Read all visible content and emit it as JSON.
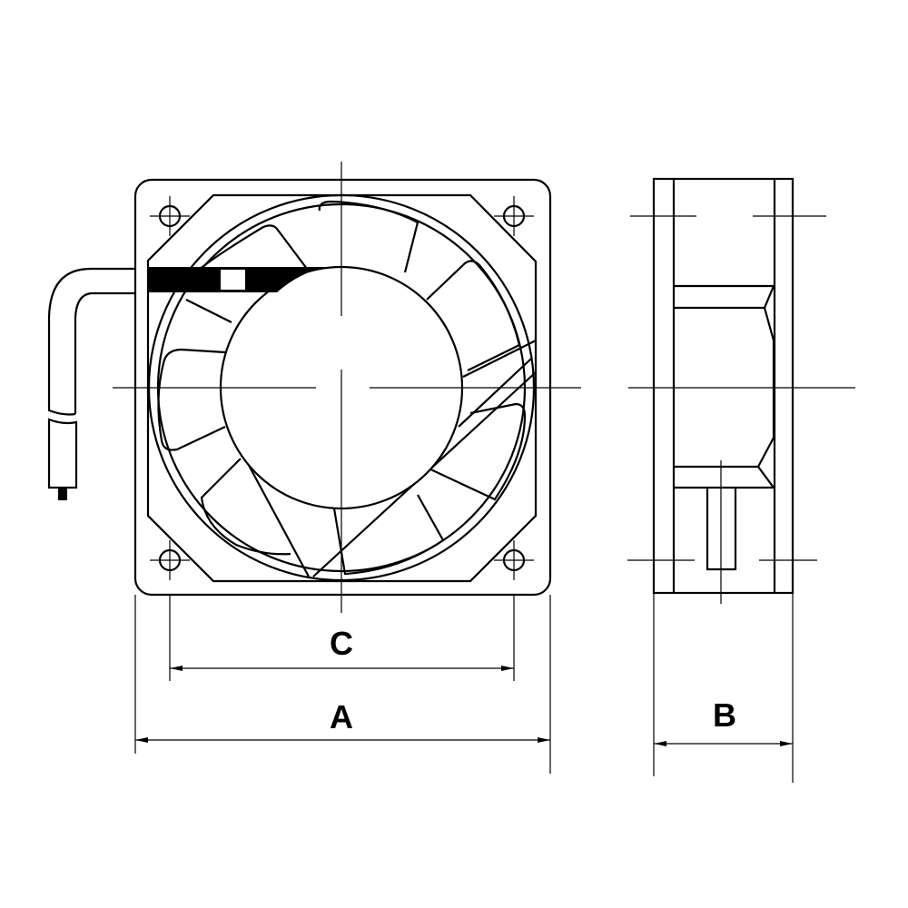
{
  "dimensions": {
    "A": "A",
    "B": "B",
    "C": "C"
  },
  "colors": {
    "line": "#000000",
    "background": "#ffffff"
  }
}
